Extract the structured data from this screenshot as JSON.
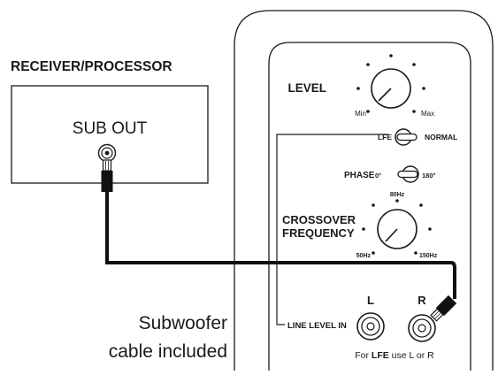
{
  "receiver": {
    "heading": "RECEIVER/PROCESSOR",
    "output_label": "SUB OUT"
  },
  "subwoofer_panel": {
    "level": {
      "label": "LEVEL",
      "min_label": "Min",
      "max_label": "Max"
    },
    "lfe_switch": {
      "left_label": "LFE",
      "right_label": "NORMAL"
    },
    "phase_switch": {
      "label": "PHASE",
      "left_label": "0°",
      "right_label": "180°"
    },
    "crossover": {
      "label_line1": "CROSSOVER",
      "label_line2": "FREQUENCY",
      "top_label": "80Hz",
      "min_label": "50Hz",
      "max_label": "150Hz"
    },
    "line_level_in": "LINE LEVEL IN",
    "jack_left": "L",
    "jack_right": "R",
    "lfe_note_prefix": "For ",
    "lfe_note_bold": "LFE",
    "lfe_note_suffix": " use L or R"
  },
  "caption": {
    "line1": "Subwoofer",
    "line2": "cable included"
  },
  "colors": {
    "ink": "#1a1a1a",
    "cable": "#111111",
    "background": "#ffffff"
  }
}
